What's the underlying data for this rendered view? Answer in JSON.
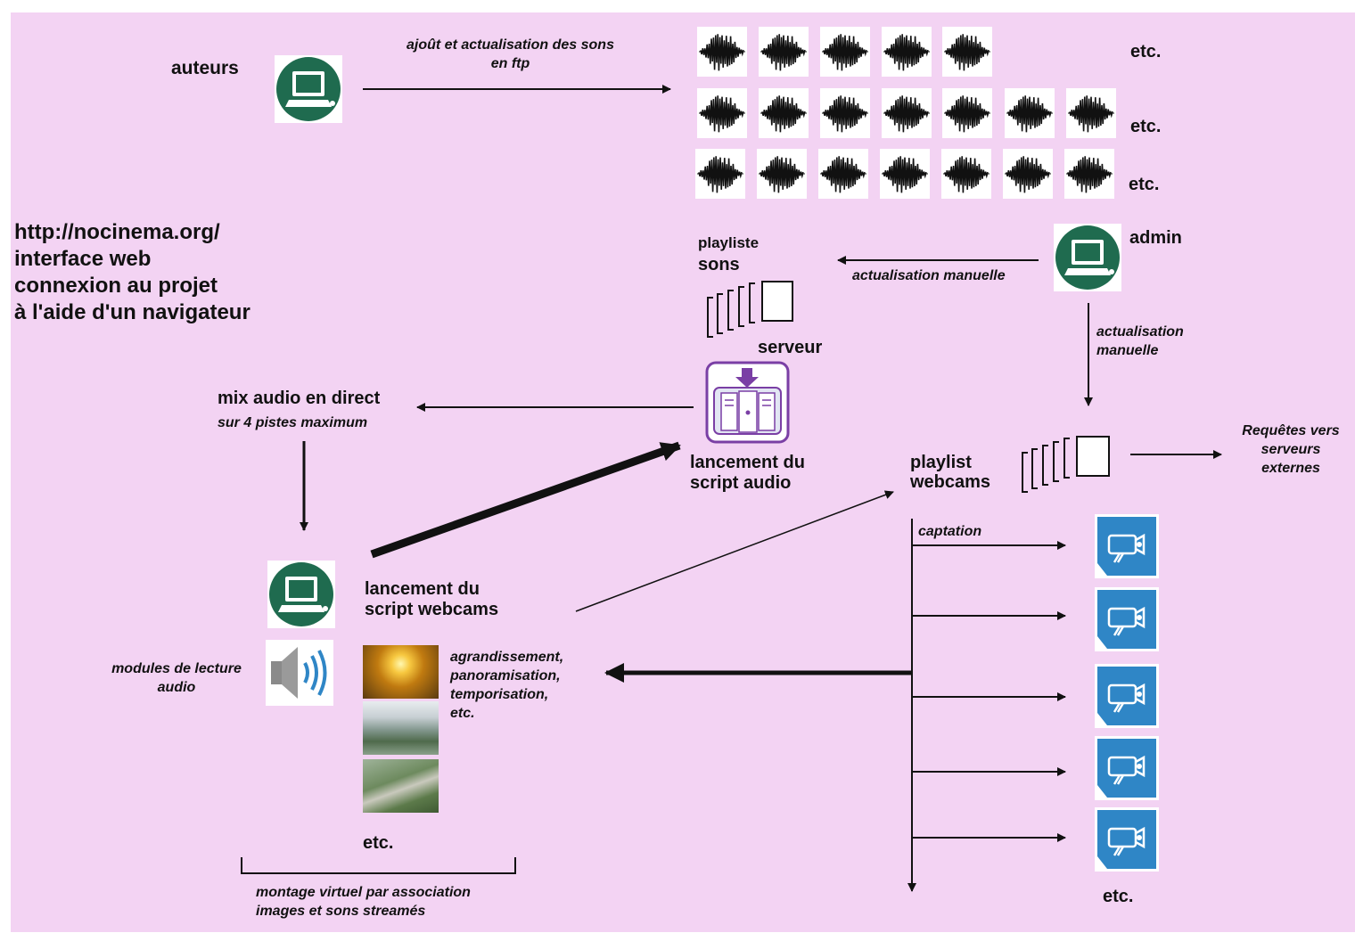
{
  "diagram": {
    "labels": {
      "auteurs": "auteurs",
      "ftp_line1": "ajoût et actualisation des sons",
      "ftp_line2": "en ftp",
      "etc_row1": "etc.",
      "etc_row2": "etc.",
      "etc_row3": "etc.",
      "url_line1": "http://nocinema.org/",
      "url_line2": "interface web",
      "url_line3": "connexion au projet",
      "url_line4": "à l'aide d'un navigateur",
      "playlist_sons_line1": "playliste",
      "playlist_sons_line2": "sons",
      "admin": "admin",
      "actualisation_manuelle_h": "actualisation manuelle",
      "actualisation_manuelle_v1": "actualisation",
      "actualisation_manuelle_v2": "manuelle",
      "serveur": "serveur",
      "mix_audio": "mix audio en direct",
      "mix_audio_sub": "sur 4 pistes maximum",
      "script_audio_line1": "lancement du",
      "script_audio_line2": "script audio",
      "playlist_webcams_line1": "playlist",
      "playlist_webcams_line2": "webcams",
      "requetes_line1": "Requêtes vers",
      "requetes_line2": "serveurs",
      "requetes_line3": "externes",
      "captation": "captation",
      "script_webcams_line1": "lancement du",
      "script_webcams_line2": "script webcams",
      "modules_line1": "modules de lecture",
      "modules_line2": "audio",
      "effects_line1": "agrandissement,",
      "effects_line2": "panoramisation,",
      "effects_line3": "temporisation,",
      "effects_line4": "etc.",
      "etc_images": "etc.",
      "etc_cams": "etc.",
      "montage_line1": "montage virtuel par association",
      "montage_line2": "images et sons streamés"
    },
    "icons": {
      "computer": "computer-icon",
      "sound": "sound-wave-icon",
      "server": "server-icon",
      "webcam": "webcam-icon",
      "speaker": "speaker-icon",
      "playlist": "playlist-icon"
    },
    "colors": {
      "background": "#f3d3f3",
      "computer_green": "#1f6b4f",
      "webcam_blue": "#2f86c6",
      "server_purple": "#7a3fa5"
    }
  }
}
